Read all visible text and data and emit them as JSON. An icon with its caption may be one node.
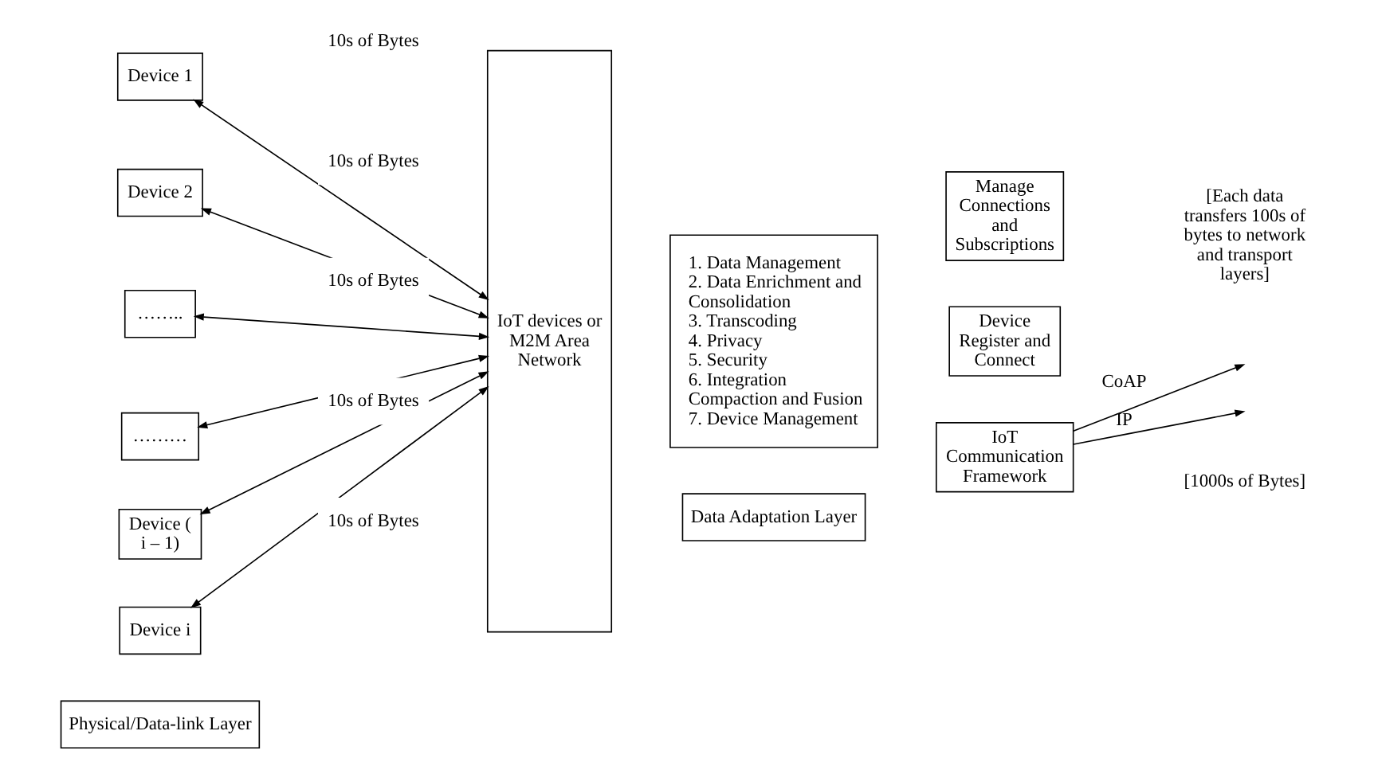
{
  "diagram": {
    "nodes": [
      {
        "text": [
          "Device 1"
        ]
      },
      {
        "text": [
          "Device 2"
        ]
      },
      {
        "text": [
          "…….."
        ]
      },
      {
        "text": [
          "………"
        ]
      },
      {
        "text": [
          "Device ( i – 1)"
        ]
      },
      {
        "text": [
          "Device i"
        ]
      },
      {
        "text": [
          "IoT devices or M2M Area Network"
        ]
      },
      {
        "text": [
          "1. Data Management",
          "2. Data Enrichment and Consolidation",
          "3. Transcoding",
          "4. Privacy",
          "5. Security",
          "6. Integration Compaction and Fusion",
          "7. Device Management"
        ]
      },
      {
        "text": [
          "Manage Connections and Subscriptions"
        ]
      },
      {
        "text": [
          "Device Register and Connect"
        ]
      },
      {
        "text": [
          "IoT Communication Framework"
        ]
      },
      {
        "text": [
          "Physical/Data-link Layer"
        ]
      },
      {
        "text": [
          "Data Adaptation Layer"
        ]
      }
    ],
    "edges": [
      {
        "from": 0,
        "to": 6,
        "arrow": "both"
      },
      {
        "from": 1,
        "to": 6,
        "arrow": "both"
      },
      {
        "from": 2,
        "to": 6,
        "arrow": "both"
      },
      {
        "from": 3,
        "to": 6,
        "arrow": "both"
      },
      {
        "from": 4,
        "to": 6,
        "arrow": "both"
      },
      {
        "from": 5,
        "to": 6,
        "arrow": "both"
      },
      {
        "from": 10,
        "to": null,
        "arrow": "to",
        "label": "CoAP"
      },
      {
        "from": 10,
        "to": null,
        "arrow": "to",
        "label": "IP"
      }
    ],
    "labels": [
      "10s of Bytes",
      "10s of Bytes",
      "10s of Bytes",
      "10s of Bytes",
      "10s of Bytes",
      "[Each data transfers 100s of bytes to network and transport layers]",
      "[1000s of Bytes]"
    ]
  }
}
